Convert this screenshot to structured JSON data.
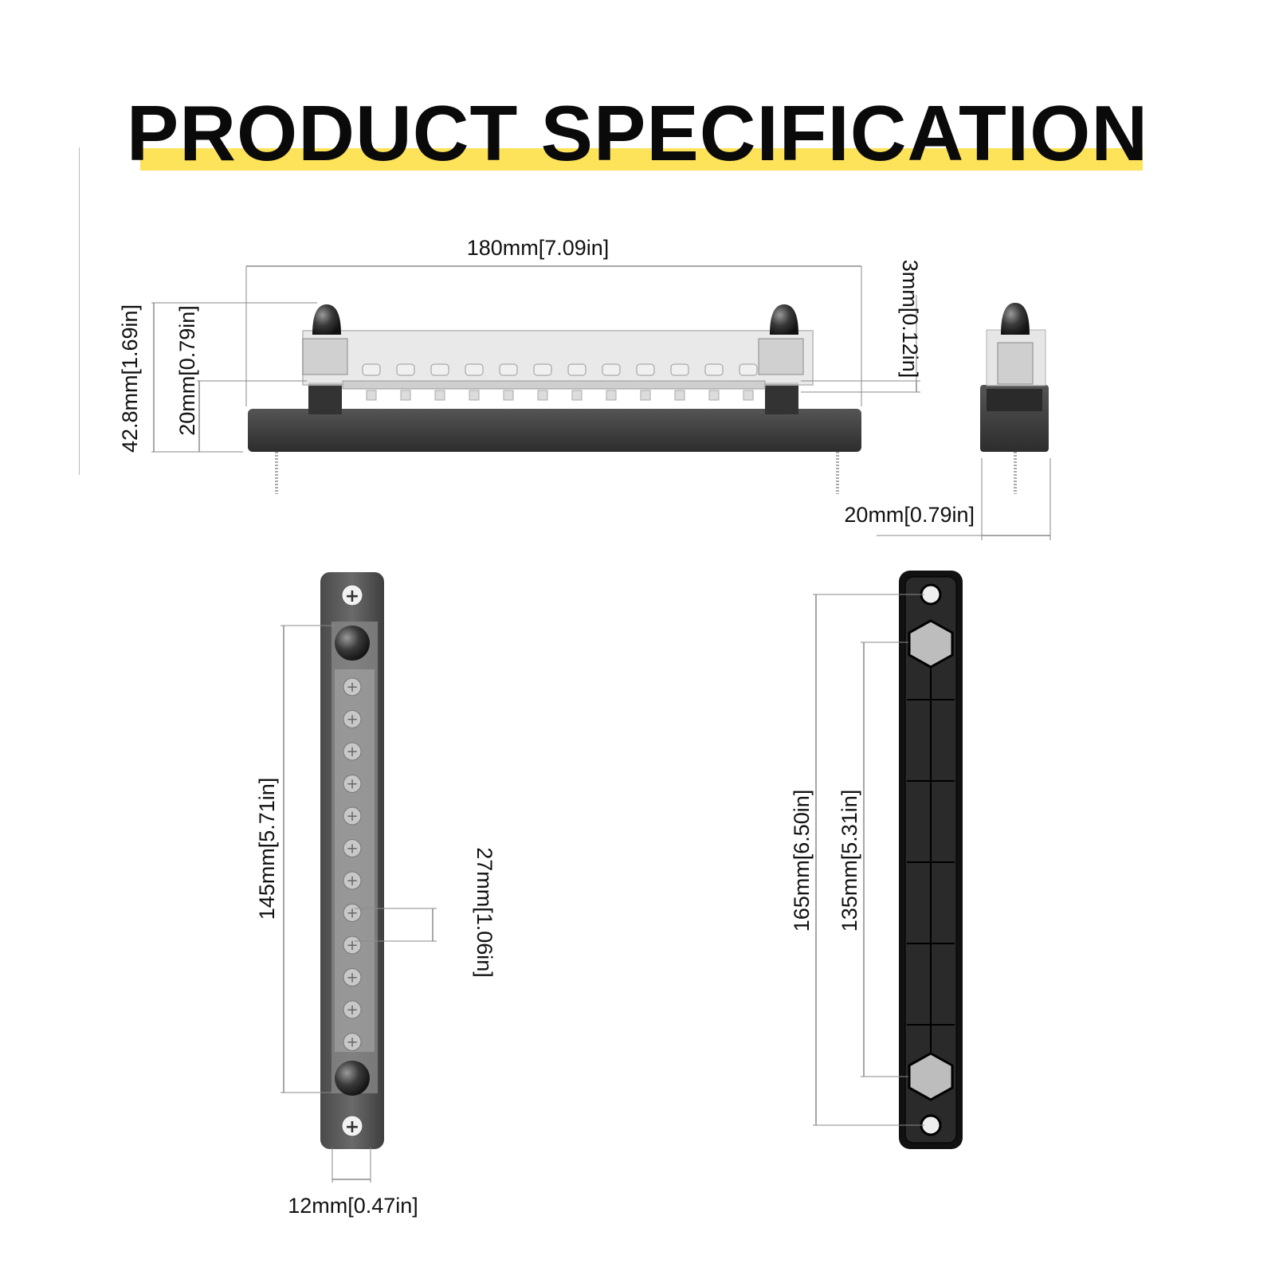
{
  "title": "PRODUCT SPECIFICATION",
  "colors": {
    "title_band": "#fde35a",
    "base_dark": "#3d3d3d",
    "bar_silver": "#d6d6d6",
    "dimension_line": "#8a8a8a"
  },
  "dimensions": {
    "overall_length": "180mm[7.09in]",
    "overall_height": "42.8mm[1.69in]",
    "base_height": "20mm[0.79in]",
    "bar_thickness": "3mm[0.12in]",
    "side_width": "20mm[0.79in]",
    "top_stud_spacing": "145mm[5.71in]",
    "screw_pitch": "27mm[1.06in]",
    "bar_width": "12mm[0.47in]",
    "mount_hole_spacing": "165mm[6.50in]",
    "hex_spacing": "135mm[5.31in]"
  },
  "views": [
    "front-view",
    "side-view",
    "top-view",
    "bottom-view"
  ],
  "terminal_screw_count": 12
}
